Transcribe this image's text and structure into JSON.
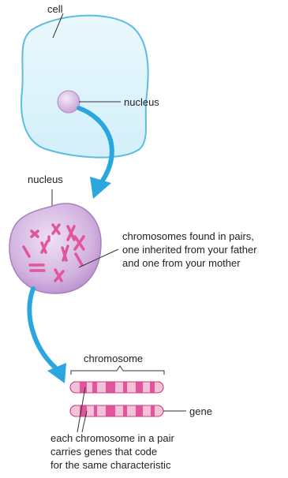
{
  "labels": {
    "cell": "cell",
    "nucleus_top": "nucleus",
    "nucleus_mid": "nucleus",
    "chromosomes_pairs": [
      "chromosomes found in pairs,",
      "one inherited from your father",
      "and one from your mother"
    ],
    "chromosome": "chromosome",
    "gene": "gene",
    "pair_note": [
      "each chromosome in a pair",
      "carries genes that code",
      "for the same characteristic"
    ]
  },
  "colors": {
    "cell_fill": "#def3fb",
    "cell_stroke": "#5bbde0",
    "nucleus_fill": "#dcc2e6",
    "chromosome_pink": "#e0559b",
    "arrow_blue": "#2aa7de"
  }
}
